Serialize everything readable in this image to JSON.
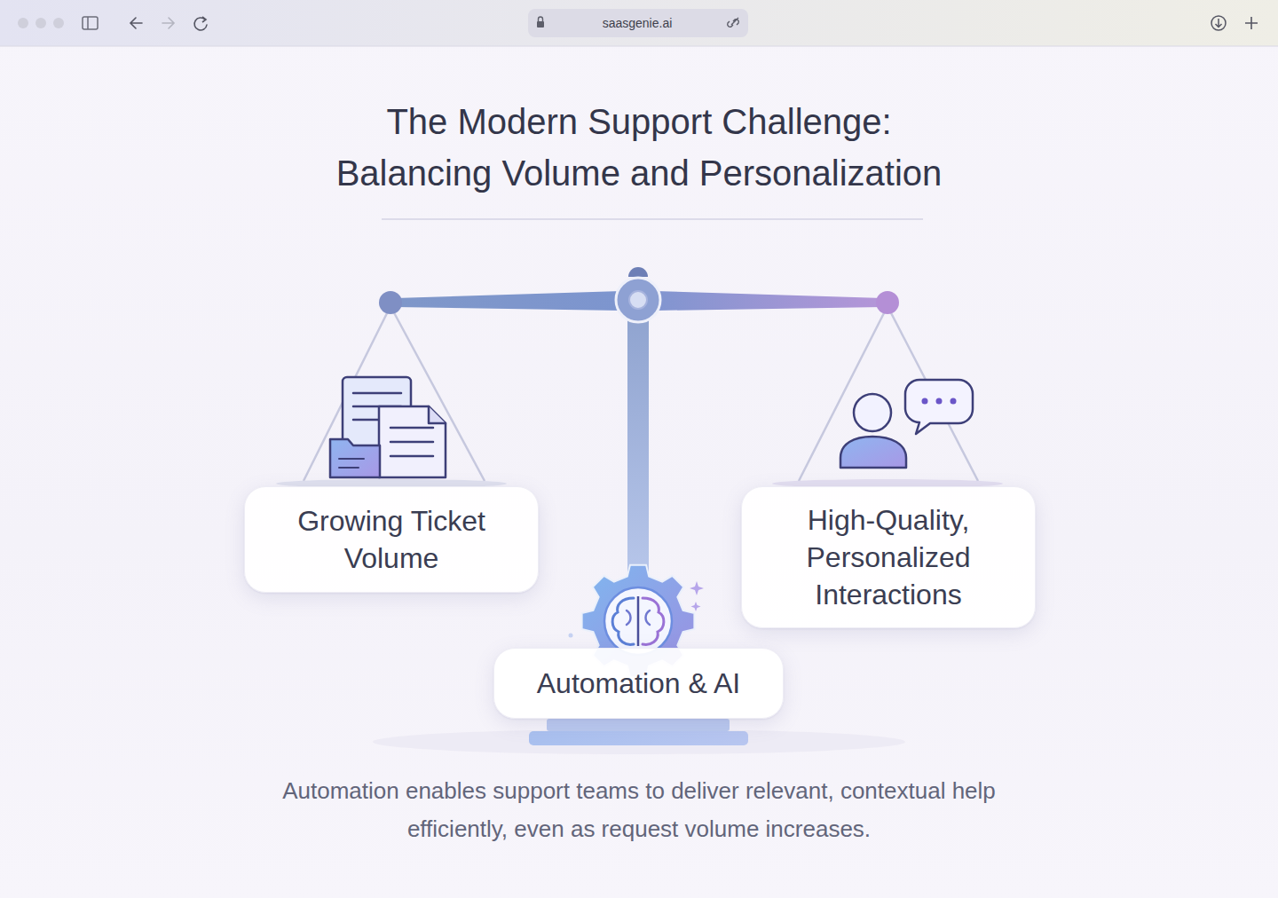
{
  "diagram": {
    "title": "The Modern Support Challenge: Balancing Volume and Personalization",
    "caption": "Automation enables support teams to deliver relevant, contextual help efficiently, even as request volume increases.",
    "nodes": [
      {
        "text": [
          "Growing Ticket Volume"
        ]
      },
      {
        "text": [
          "High-Quality, Personalized Interactions"
        ]
      },
      {
        "text": [
          "Automation & AI"
        ]
      }
    ],
    "labels": [
      "saasgenie.ai"
    ]
  }
}
